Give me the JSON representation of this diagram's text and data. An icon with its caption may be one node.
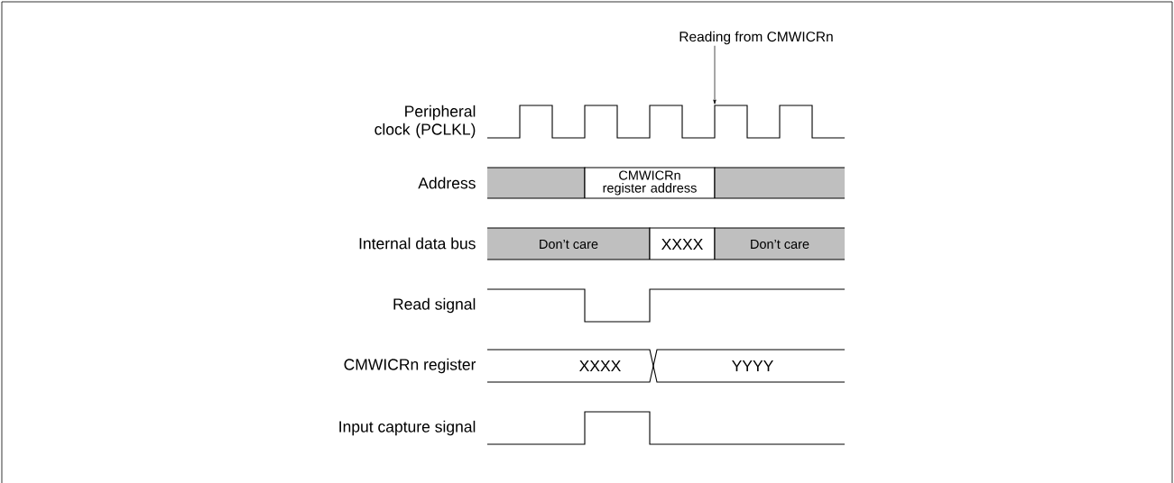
{
  "diagram": {
    "nodes": [
      {
        "text": [
          "Reading from CMWICRn"
        ]
      },
      {
        "text": [],
        "shape": "line"
      }
    ],
    "edges": [
      {
        "from": 0,
        "to": 1,
        "arrow": "to"
      }
    ],
    "labels": [
      "Peripheral clock (PCLKL)",
      "Address",
      "CMWICRn register address",
      "Internal data bus",
      "Don’t care",
      "XXXX",
      "Don’t care",
      "Read signal",
      "CMWICRn register",
      "XXXX",
      "YYYY",
      "Input capture signal"
    ]
  }
}
